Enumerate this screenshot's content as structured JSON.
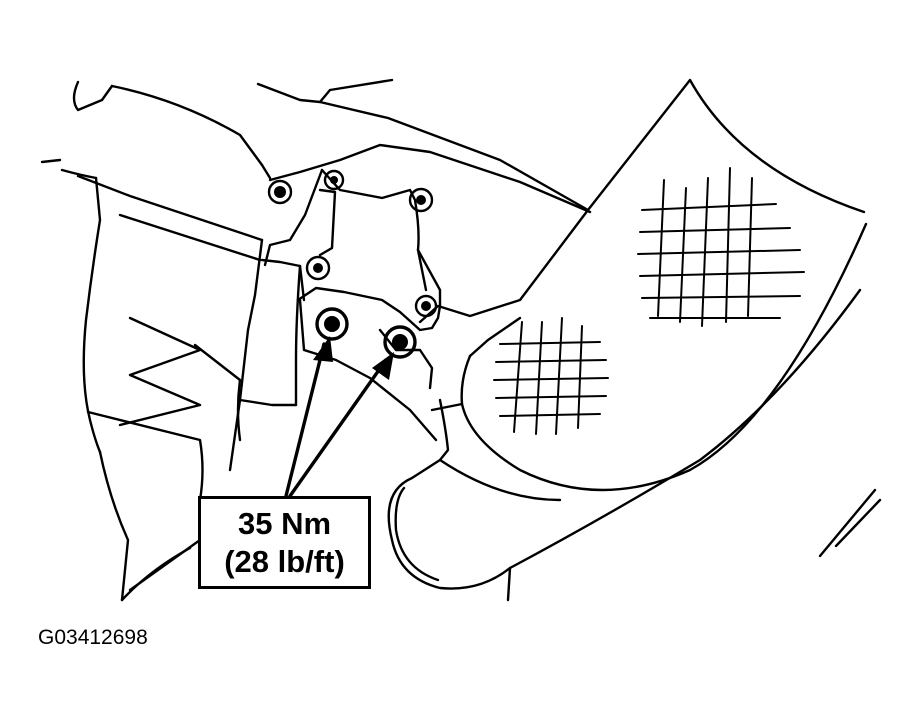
{
  "callout": {
    "torque_metric": "35 Nm",
    "torque_imperial": "(28 lb/ft)"
  },
  "figure_id": "G03412698",
  "colors": {
    "ink": "#000000",
    "paper": "#ffffff"
  }
}
